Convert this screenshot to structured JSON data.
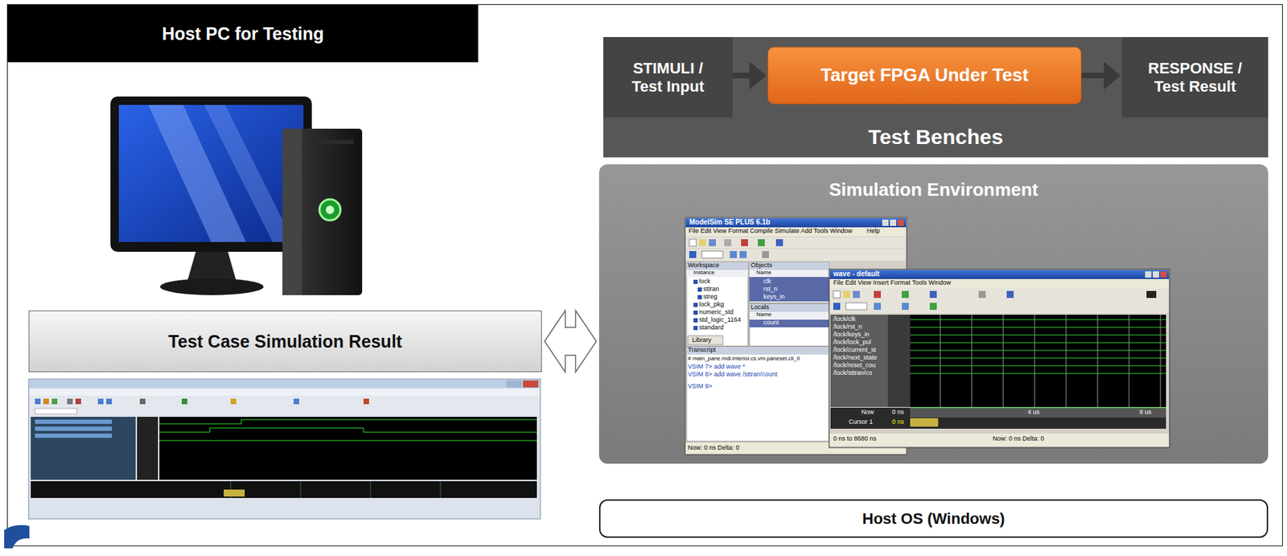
{
  "diagram": {
    "nodes": [
      {
        "text": [
          "Host PC for Testing"
        ]
      },
      {
        "text": [
          "Test Case Simulation Result"
        ],
        "in": 0
      },
      {
        "text": [
          "Test Benches"
        ],
        "in": 0
      },
      {
        "text": [
          "STIMULI / Test Input"
        ],
        "in": 2
      },
      {
        "text": [
          "Target FPGA Under Test"
        ],
        "in": 2
      },
      {
        "text": [
          "RESPONSE / Test Result"
        ],
        "in": 2
      },
      {
        "text": [
          "Simulation Environment"
        ],
        "in": 0
      },
      {
        "text": [
          "Host OS (Windows)"
        ],
        "in": 0
      }
    ],
    "edges": [
      {
        "from": 3,
        "to": 4,
        "arrow": "to"
      },
      {
        "from": 4,
        "to": 5,
        "arrow": "to"
      },
      {
        "from": 1,
        "to": 6,
        "arrow": "both"
      }
    ],
    "labels": [
      "ModelSim SE PLUS 6.1b",
      "File Edit View Format Compile Simulate Add Tools Window",
      "Help",
      "Workspace",
      "Instance",
      "lock",
      "sttran",
      "streg",
      "lock_pkg",
      "numeric_std",
      "std_logic_1164",
      "standard",
      "Objects",
      "Name",
      "clk",
      "rst_n",
      "keys_in",
      "Locals",
      "Name",
      "count",
      "Library",
      "Transcript",
      "# main_pane.mdi.interior.cs.vm.paneset.cli_0",
      "VSIM 7> add wave *",
      "VSIM 8> add wave /sttran/count",
      "VSIM 9>",
      "Now: 0 ns Delta: 0",
      "wave - default",
      "File Edit View Insert Format Tools Window",
      "/lock/clk",
      "/lock/rst_n",
      "/lock/keys_in",
      "/lock/lock_pul",
      "/lock/current_st",
      "/lock/next_state",
      "/lock/reset_cou",
      "/lock/sttran/co",
      "Now",
      "0 ns",
      "Cursor 1",
      "0 ns",
      "4 us",
      "8 us",
      "0 ns to 8680 ns",
      "Now: 0 ns Delta: 0"
    ]
  }
}
